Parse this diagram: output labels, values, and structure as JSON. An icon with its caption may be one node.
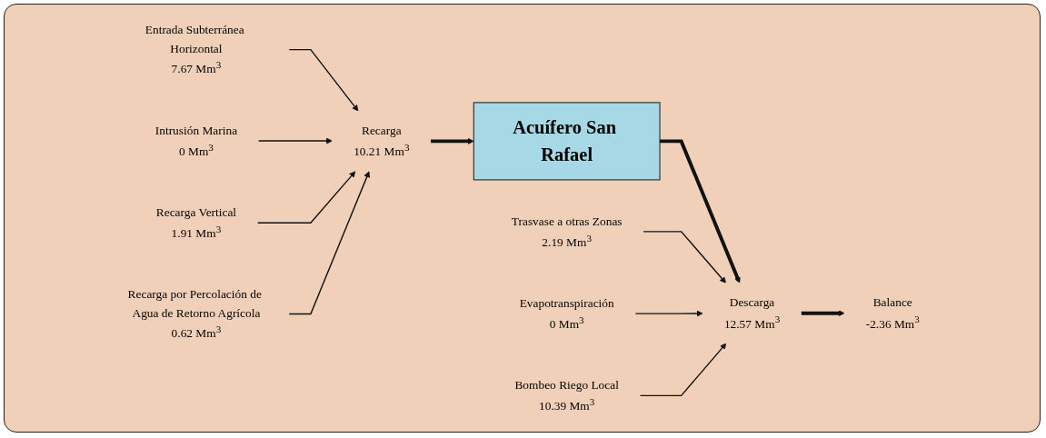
{
  "diagram": {
    "nodes": [
      {
        "text": [
          "Entrada Subterránea Horizontal",
          "7.67 Mm$^{3}$"
        ]
      },
      {
        "text": [
          "Intrusión Marina",
          "0 Mm$^{3}$"
        ]
      },
      {
        "text": [
          "Recarga",
          "10.21 Mm$^{3}$"
        ]
      },
      {
        "text": [
          "Recarga Vertical",
          "1.91 Mm$^{3}$"
        ]
      },
      {
        "text": [
          "Recarga por Percolación de Agua de Retorno Agrícola",
          "0.62 Mm$^{3}$"
        ]
      },
      {
        "text": [
          "Acuífero San Rafael"
        ]
      },
      {
        "text": [
          "Trasvase a otras Zonas",
          "2.19 Mm$^{3}$"
        ]
      },
      {
        "text": [
          "Descarga",
          "12.57 Mm$^{3}$"
        ]
      },
      {
        "text": [
          "Evapotranspiración",
          "0 Mm$^{3}$"
        ]
      },
      {
        "text": [
          "Bombeo Riego Local",
          "10.39 Mm$^{3}$"
        ]
      },
      {
        "text": [
          "Balance",
          "-2.36 Mm$^{3}$"
        ]
      }
    ],
    "edges": [
      {
        "from": 0,
        "to": 2,
        "arrow": "to"
      },
      {
        "from": 1,
        "to": 2,
        "arrow": "to"
      },
      {
        "from": 3,
        "to": 2,
        "arrow": "to"
      },
      {
        "from": 4,
        "to": 2,
        "arrow": "to"
      },
      {
        "from": 2,
        "to": 5,
        "arrow": "to",
        "style": "thick"
      },
      {
        "from": 5,
        "to": 7,
        "arrow": "to",
        "style": "thick"
      },
      {
        "from": 6,
        "to": 7,
        "arrow": "to"
      },
      {
        "from": 8,
        "to": 7,
        "arrow": "to"
      },
      {
        "from": 9,
        "to": 7,
        "arrow": "to"
      },
      {
        "from": 7,
        "to": 10,
        "arrow": "to",
        "style": "thick"
      }
    ]
  }
}
